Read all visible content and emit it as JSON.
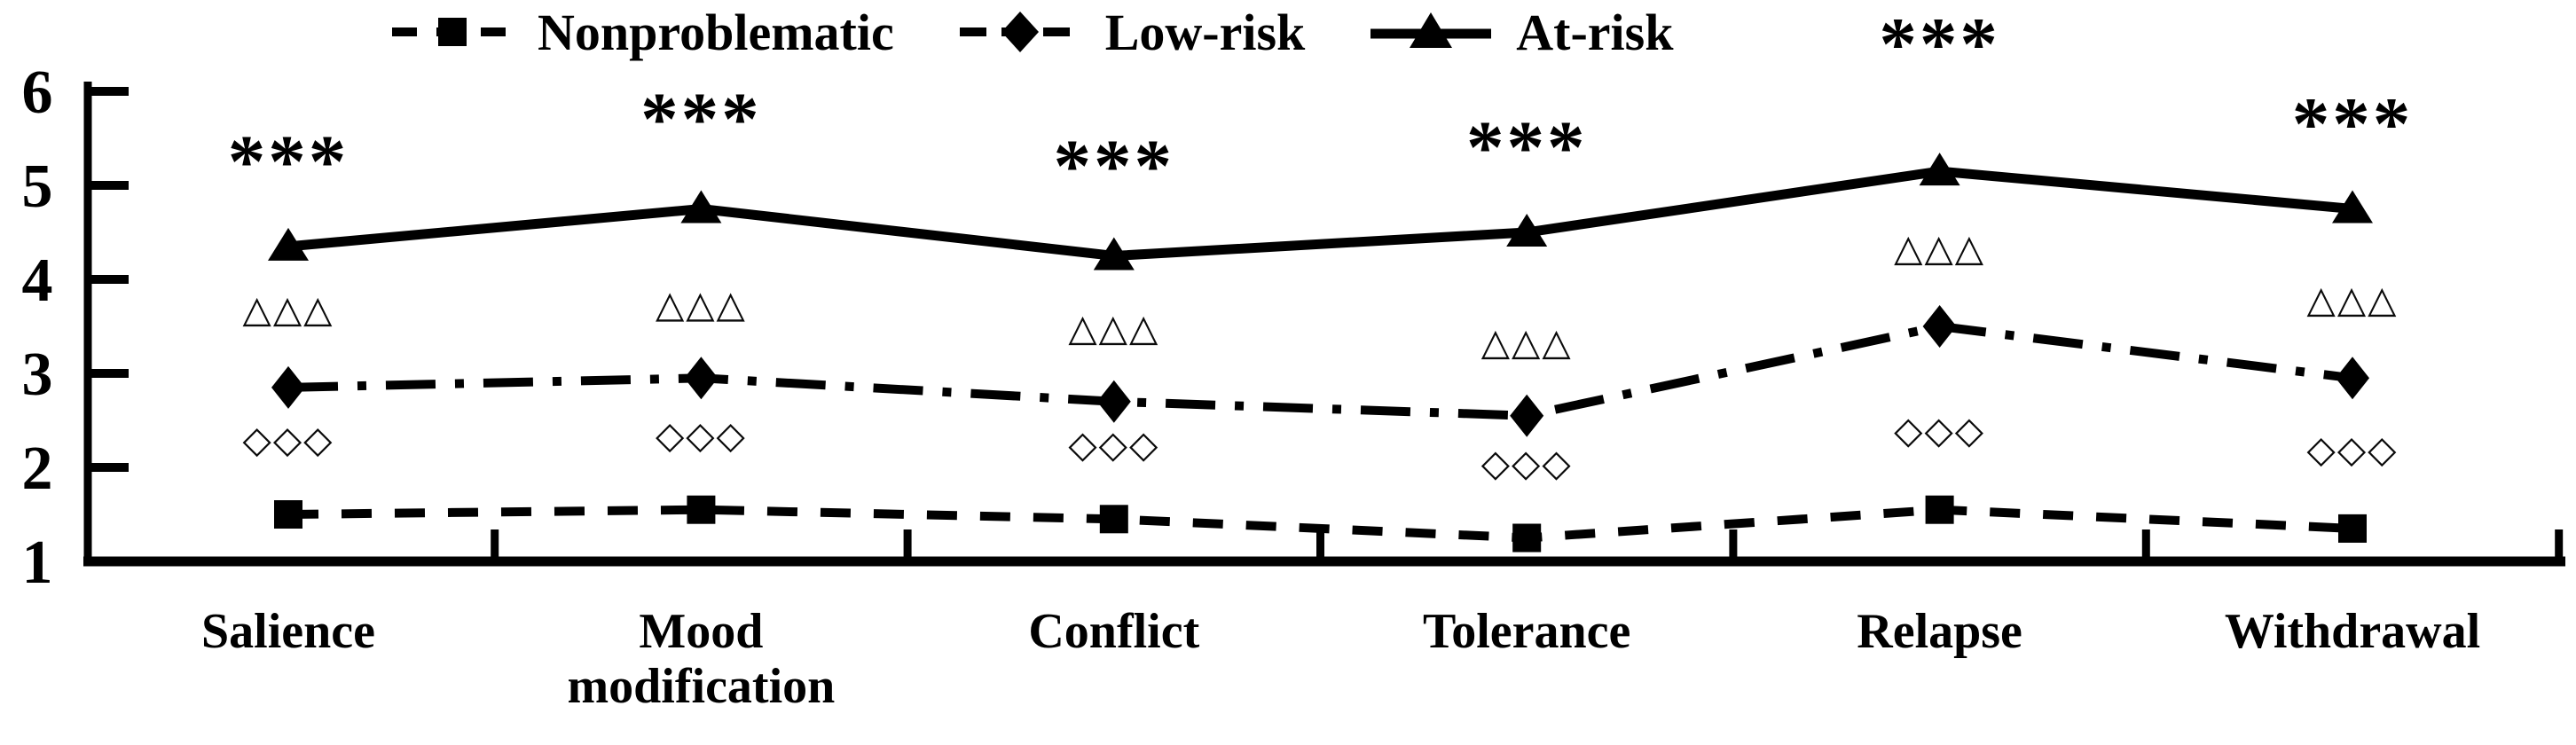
{
  "legend": {
    "items": [
      {
        "label": "Nonproblematic",
        "marker": "filled-square",
        "line_style": "dashed"
      },
      {
        "label": "Low-risk",
        "marker": "filled-diamond",
        "line_style": "dash-dot"
      },
      {
        "label": "At-risk",
        "marker": "filled-triangle",
        "line_style": "solid"
      }
    ]
  },
  "chart_data": {
    "type": "line",
    "title": "",
    "xlabel": "",
    "ylabel": "",
    "categories": [
      "Salience",
      "Mood modification",
      "Conflict",
      "Tolerance",
      "Relapse",
      "Withdrawal"
    ],
    "y_ticks": [
      1,
      2,
      3,
      4,
      5,
      6
    ],
    "ylim": [
      1,
      6
    ],
    "grid": false,
    "legend_position": "top",
    "line_color": "#000000",
    "series": [
      {
        "name": "Nonproblematic",
        "marker": "filled-square",
        "line_style": "dashed",
        "color": "#000000",
        "values": [
          1.5,
          1.55,
          1.45,
          1.25,
          1.55,
          1.35
        ]
      },
      {
        "name": "Low-risk",
        "marker": "filled-diamond",
        "line_style": "dash-dot",
        "color": "#000000",
        "values": [
          2.85,
          2.95,
          2.7,
          2.55,
          3.5,
          2.95
        ]
      },
      {
        "name": "At-risk",
        "marker": "filled-triangle",
        "line_style": "solid",
        "color": "#000000",
        "values": [
          4.35,
          4.75,
          4.25,
          4.5,
          5.15,
          4.75
        ]
      }
    ],
    "annotations": {
      "stars": {
        "glyph": "***",
        "y": [
          5.45,
          5.9,
          5.4,
          5.6,
          6.7,
          5.85
        ]
      },
      "open_triangles": {
        "glyph": "△△△",
        "y": [
          3.7,
          3.75,
          3.5,
          3.35,
          4.35,
          3.8
        ]
      },
      "open_diamonds": {
        "glyph": "◇◇◇",
        "y": [
          2.3,
          2.35,
          2.25,
          2.05,
          2.4,
          2.2
        ]
      }
    }
  }
}
